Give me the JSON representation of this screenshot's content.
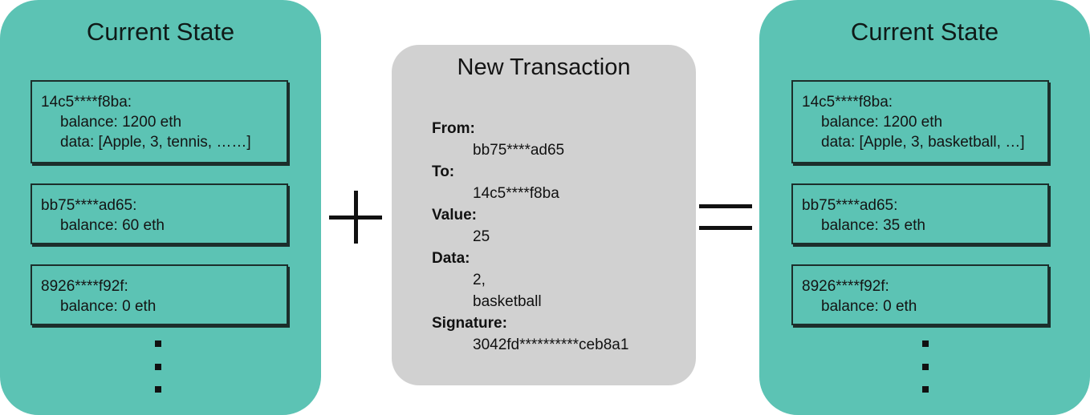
{
  "left_state": {
    "title": "Current State",
    "accounts": [
      {
        "address": "14c5****f8ba:",
        "balance": "balance: 1200 eth",
        "data": "data: [Apple, 3, tennis, ……]"
      },
      {
        "address": "bb75****ad65:",
        "balance": "balance: 60 eth"
      },
      {
        "address": "8926****f92f:",
        "balance": "balance: 0 eth"
      }
    ]
  },
  "transaction": {
    "title": "New Transaction",
    "from_label": "From:",
    "from_value": "bb75****ad65",
    "to_label": "To:",
    "to_value": "14c5****f8ba",
    "value_label": "Value:",
    "value_value": "25",
    "data_label": "Data:",
    "data_values": [
      "2,",
      "basketball"
    ],
    "signature_label": "Signature:",
    "signature_value": "3042fd**********ceb8a1"
  },
  "right_state": {
    "title": "Current State",
    "accounts": [
      {
        "address": "14c5****f8ba:",
        "balance": "balance: 1200 eth",
        "data": "data: [Apple, 3, basketball, …]"
      },
      {
        "address": "bb75****ad65:",
        "balance": "balance: 35 eth"
      },
      {
        "address": "8926****f92f:",
        "balance": "balance: 0 eth"
      }
    ]
  },
  "colors": {
    "state_panel": "#5cc3b4",
    "transaction_panel": "#d1d1d1"
  }
}
